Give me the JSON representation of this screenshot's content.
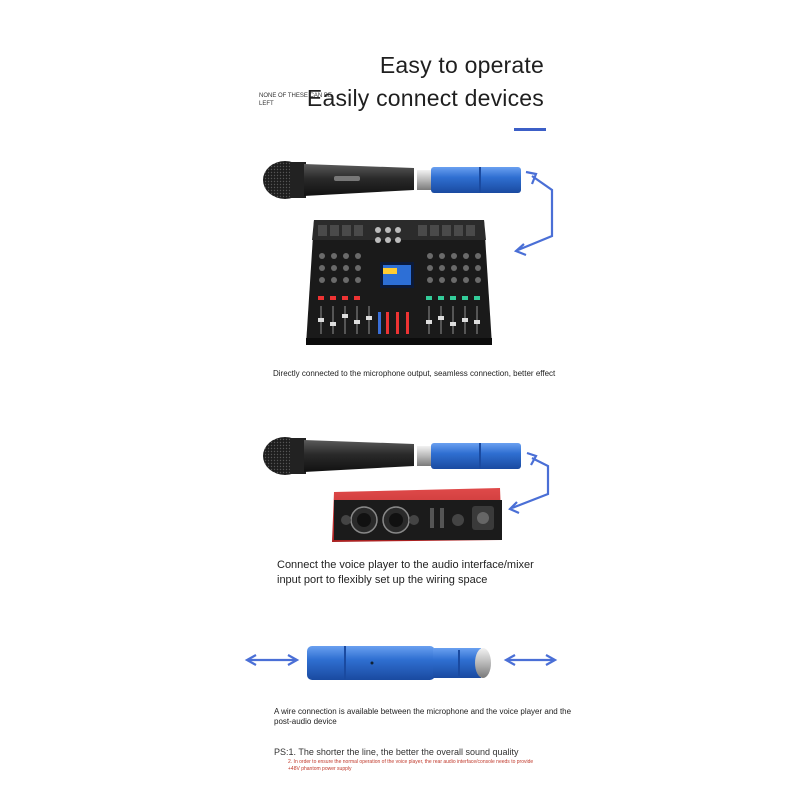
{
  "header": {
    "title_line_1": "Easy to operate",
    "title_line_2": "Easily connect devices",
    "side_note": "NONE OF THESE CAN BE LEFT"
  },
  "sections": {
    "mixer": {
      "caption": "Directly connected to the microphone output, seamless connection, better effect"
    },
    "interface": {
      "caption_line_1": "Connect the voice player to the audio interface/mixer",
      "caption_line_2": "input port to flexibly set up the wiring space"
    },
    "adapter": {
      "caption_line_1": "A wire connection is available between the microphone and the voice player and the",
      "caption_line_2": "post-audio device"
    }
  },
  "footer": {
    "ps_line": "PS:1. The shorter the line, the better the overall sound quality",
    "ps_note": "2. In order to ensure the normal operation of the voice player, the rear audio interface/console needs to provide +48V phantom power supply"
  },
  "colors": {
    "accent": "#3c5fc7",
    "arrow": "#4a6fd6",
    "adapter_blue": "#2f6fd1",
    "interface_red": "#c62f2f",
    "note_red": "#c0392b"
  }
}
